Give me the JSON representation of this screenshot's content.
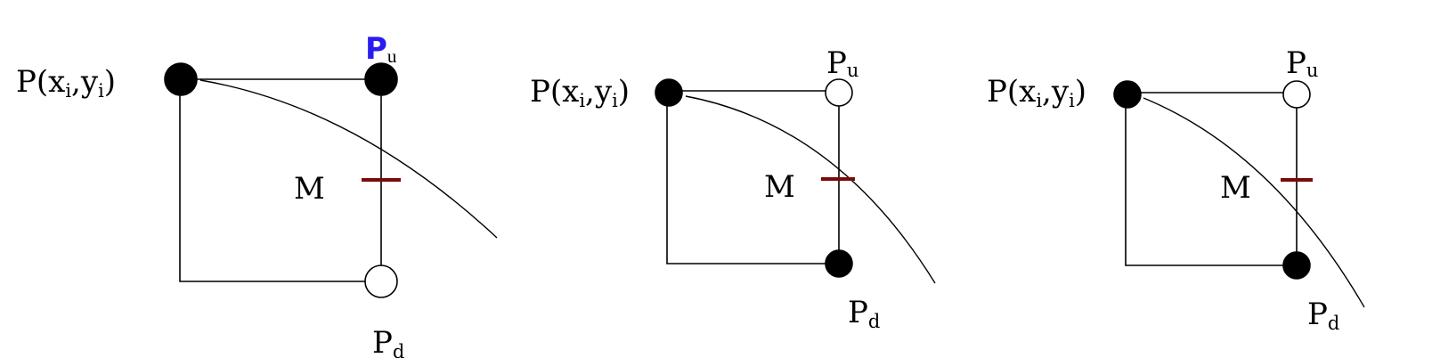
{
  "panels": [
    {
      "p_label": {
        "base": "P(x",
        "sub1": "i",
        "mid": ",y",
        "sub2": "i",
        "end": ")"
      },
      "pu_label": {
        "base": "P",
        "sub": "u"
      },
      "m_label": "M",
      "pd_label": {
        "base": "P",
        "sub": "d"
      },
      "pu_state": "filled",
      "pd_state": "open",
      "pu_color": "#2a1cf0"
    },
    {
      "p_label": {
        "base": "P(x",
        "sub1": "i",
        "mid": ",y",
        "sub2": "i",
        "end": ")"
      },
      "pu_label": {
        "base": "P",
        "sub": "u"
      },
      "m_label": "M",
      "pd_label": {
        "base": "P",
        "sub": "d"
      },
      "pu_state": "open",
      "pd_state": "filled"
    },
    {
      "p_label": {
        "base": "P(x",
        "sub1": "i",
        "mid": ",y",
        "sub2": "i",
        "end": ")"
      },
      "pu_label": {
        "base": "P",
        "sub": "u"
      },
      "m_label": "M",
      "pd_label": {
        "base": "P",
        "sub": "d"
      },
      "pu_state": "open",
      "pd_state": "filled"
    }
  ],
  "colors": {
    "midpoint_mark": "#7a0a0a",
    "stroke": "#000000"
  }
}
